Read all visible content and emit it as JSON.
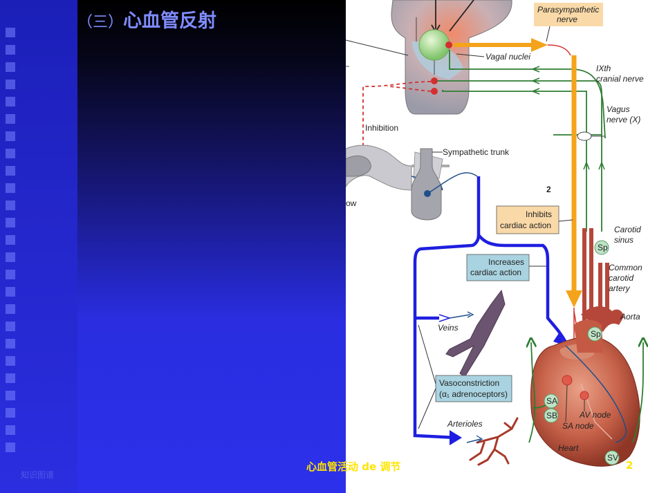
{
  "slide": {
    "title_prefix": "（三）",
    "title": "心血管反射",
    "footer_text": "心血管活动 de 调节",
    "page_number": "2",
    "ghost_text": "知识图谱"
  },
  "diagram": {
    "labels": {
      "parasympathetic_nerve_1": "Parasympathetic",
      "parasympathetic_nerve_2": "nerve",
      "vagal_nuclei": "Vagal nuclei",
      "ixth_1": "IXth",
      "ixth_2": "cranial nerve",
      "vagus_1": "Vagus",
      "vagus_2": "nerve (X)",
      "inhibition": "Inhibition",
      "sympathetic_trunk": "Sympathetic trunk",
      "number_2": "2",
      "ow": "ow",
      "inhibits_1": "Inhibits",
      "inhibits_2": "cardiac action",
      "increases_1": "Increases",
      "increases_2": "cardiac action",
      "carotid_sinus_1": "Carotid",
      "carotid_sinus_2": "sinus",
      "common_carotid_1": "Common",
      "common_carotid_2": "carotid",
      "common_carotid_3": "artery",
      "aorta": "Aorta",
      "veins": "Veins",
      "vasoconstriction_1": "Vasoconstriction",
      "vasoconstriction_2": "(α₁ adrenoceptors)",
      "arterioles": "Arterioles",
      "av_node": "AV node",
      "sa_node": "SA node",
      "heart": "Heart",
      "sp_top": "Sp",
      "sp_aorta": "Sp",
      "sa": "SA",
      "sb": "SB",
      "sv": "SV"
    },
    "colors": {
      "orange": "#f5a31a",
      "green": "#2e7d32",
      "blue": "#1e1ee0",
      "navy": "#1f4e8c",
      "red": "#d32f2f",
      "box_orange": "#f9d9a8",
      "box_blue": "#a9d3e0"
    }
  }
}
